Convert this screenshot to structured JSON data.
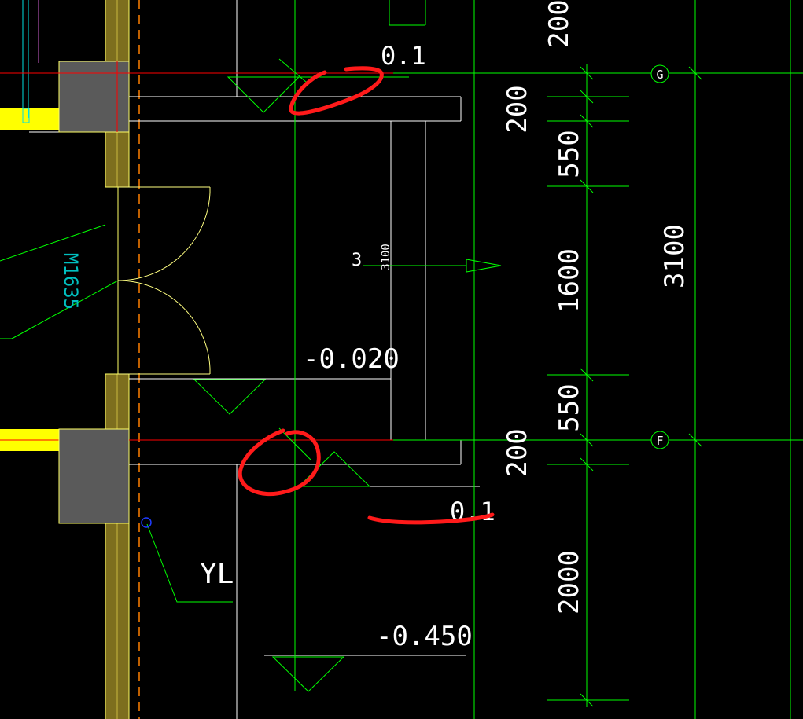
{
  "colors": {
    "background": "#000000",
    "dimension": "#00ff00",
    "outline": "#ffffff",
    "wall_fill": "#9c8a2a",
    "wall_edge": "#ffff66",
    "column": "#5a5a5a",
    "axis_red": "#ff0000",
    "hidden_line": "#ff8000",
    "markup": "#ff2020",
    "door": "#ffff80",
    "yellow_wall": "#ffff00",
    "tag_cyan": "#00c0c0",
    "pipe_blue": "#1e3cff"
  },
  "grid_bubbles": {
    "upper": "G",
    "lower": "F"
  },
  "dimensions": {
    "top_partial": "200",
    "segments": [
      "200",
      "550",
      "1600",
      "550",
      "200",
      "2000"
    ],
    "overall": "3100"
  },
  "levels": {
    "upper_slab": "0.1",
    "room_floor": "-0.020",
    "lower_slab": "0.1",
    "exterior": "-0.450"
  },
  "labels": {
    "door_tag": "M1635",
    "pipe_tag": "YL",
    "section_number": "3",
    "section_size": "3100"
  }
}
